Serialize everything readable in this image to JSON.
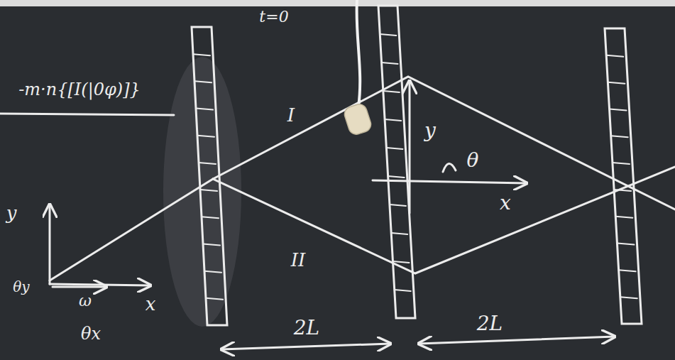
{
  "diagram": {
    "labels": [
      "-m·n{[I(|0φ)]}",
      "t=0",
      "I",
      "y",
      "θ",
      "x",
      "II",
      "y",
      "θy",
      "ω",
      "x",
      "θx",
      "2L",
      "2L"
    ]
  }
}
